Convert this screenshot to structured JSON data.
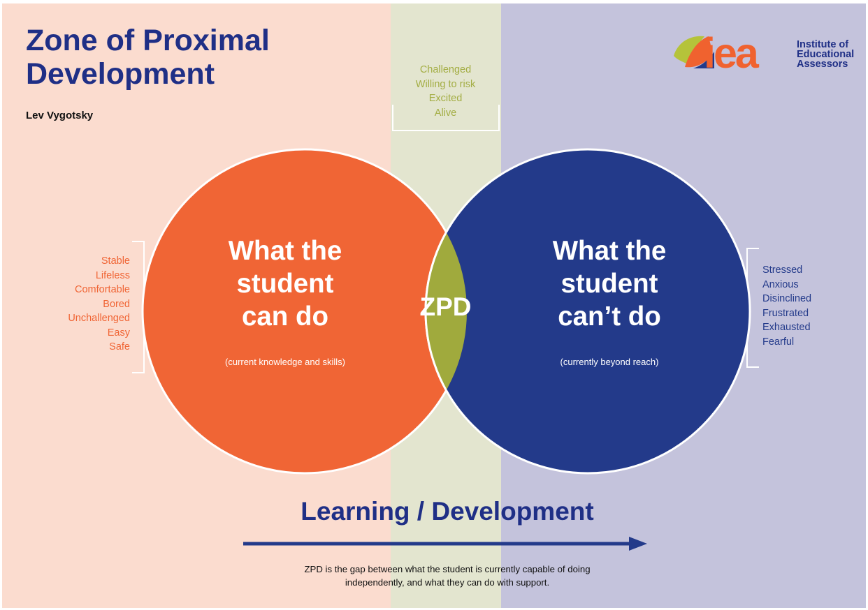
{
  "colors": {
    "band_left": "#fbdccf",
    "band_mid": "#e3e5cf",
    "band_right": "#c4c3dc",
    "orange": "#f06535",
    "navy": "#233a8a",
    "olive": "#a0aa3d",
    "olive_text": "#a3ad43",
    "title_blue": "#1f2f86",
    "logo_orange": "#f0622f",
    "logo_green": "#b5c33a"
  },
  "header": {
    "title_lines": [
      "Zone of Proximal",
      "Development"
    ],
    "subtitle": "Lev Vygotsky"
  },
  "logo": {
    "word": "iea",
    "sub_lines": [
      "Institute of",
      "Educational",
      "Assessors"
    ]
  },
  "left_states": [
    "Stable",
    "Lifeless",
    "Comfortable",
    "Bored",
    "Unchallenged",
    "Easy",
    "Safe"
  ],
  "middle_states": [
    "Challenged",
    "Willing to risk",
    "Excited",
    "Alive"
  ],
  "right_states": [
    "Stressed",
    "Anxious",
    "Disinclined",
    "Frustrated",
    "Exhausted",
    "Fearful"
  ],
  "left_circle": {
    "lines": [
      "What the",
      "student",
      "can do"
    ],
    "note": "(current knowledge and skills)"
  },
  "right_circle": {
    "lines": [
      "What the",
      "student",
      "can’t do"
    ],
    "note": "(currently beyond reach)"
  },
  "overlap_label": "ZPD",
  "axis_title": "Learning / Development",
  "caption_lines": [
    "ZPD is the gap between what the student is currently capable of doing",
    "independently, and what they can do with support."
  ]
}
